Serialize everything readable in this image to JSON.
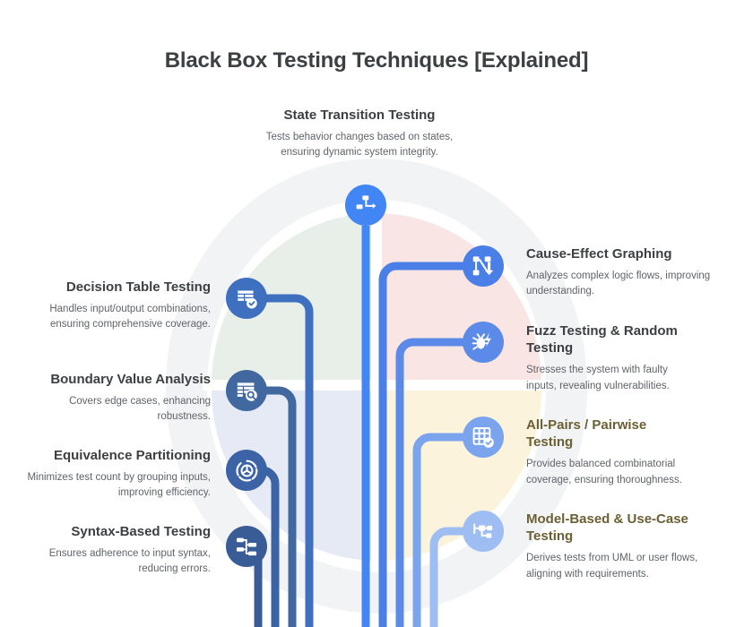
{
  "title": "Black Box Testing Techniques [Explained]",
  "center": {
    "heading": "State Transition Testing",
    "body": "Tests behavior changes based on states, ensuring dynamic system integrity.",
    "icon": "state-flow-icon",
    "color": "#4285f4"
  },
  "left_items": [
    {
      "heading": "Decision Table Testing",
      "body": "Handles input/output combinations, ensuring comprehensive coverage.",
      "icon": "table-check-icon",
      "color": "#3f6fbf",
      "heading_color": "#3c4043"
    },
    {
      "heading": "Boundary Value Analysis",
      "body": "Covers edge cases, enhancing robustness.",
      "icon": "table-search-icon",
      "color": "#41699f",
      "heading_color": "#3c4043"
    },
    {
      "heading": "Equivalence Partitioning",
      "body": "Minimizes test count by grouping inputs, improving efficiency.",
      "icon": "partition-circle-icon",
      "color": "#3c63a6",
      "heading_color": "#3c4043"
    },
    {
      "heading": "Syntax-Based Testing",
      "body": "Ensures adherence to input syntax, reducing errors.",
      "icon": "branch-tree-icon",
      "color": "#3a5c96",
      "heading_color": "#3c4043"
    }
  ],
  "right_items": [
    {
      "heading": "Cause-Effect Graphing",
      "body": "Analyzes complex logic flows, improving understanding.",
      "icon": "cause-effect-arrows-icon",
      "color": "#4a7fe8",
      "heading_color": "#3c4043"
    },
    {
      "heading": "Fuzz Testing & Random Testing",
      "body": "Stresses the system with faulty inputs, revealing vulnerabilities.",
      "icon": "bug-bolt-icon",
      "color": "#5b8ae8",
      "heading_color": "#3c4043"
    },
    {
      "heading": "All-Pairs / Pairwise Testing",
      "body": "Provides balanced combinatorial coverage, ensuring thoroughness.",
      "icon": "grid-check-icon",
      "color": "#7aa5ee",
      "heading_color": "#6a6033"
    },
    {
      "heading": "Model-Based & Use-Case Testing",
      "body": "Derives tests from UML or user flows, aligning with requirements.",
      "icon": "usecase-nodes-icon",
      "color": "#9dbdf3",
      "heading_color": "#6a6033"
    }
  ],
  "palette": {
    "blob_green": "#e6efe7",
    "blob_pink": "#fbe6e6",
    "blob_yellow": "#fbf3dd",
    "blob_blue": "#e4e9f4",
    "blob_gray": "#f1f2f3",
    "text_dark": "#3c4043",
    "text_muted": "#5f6368"
  }
}
